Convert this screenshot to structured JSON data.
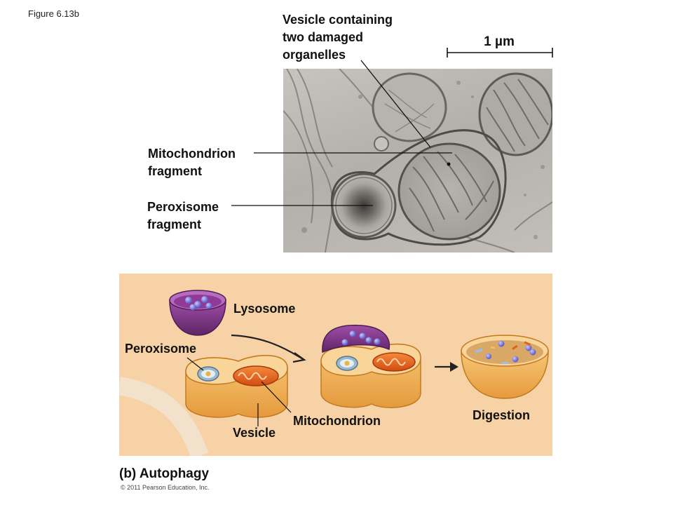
{
  "figure_label": "Figure 6.13b",
  "micrograph": {
    "labels": {
      "vesicle": [
        "Vesicle containing",
        "two damaged",
        "organelles"
      ],
      "mitochondrion_fragment": [
        "Mitochondrion",
        "fragment"
      ],
      "peroxisome_fragment": [
        "Peroxisome",
        "fragment"
      ]
    },
    "scale_bar": "1 µm"
  },
  "diagram": {
    "labels": {
      "lysosome": "Lysosome",
      "peroxisome": "Peroxisome",
      "mitochondrion": "Mitochondrion",
      "vesicle": "Vesicle",
      "digestion": "Digestion"
    },
    "caption": "(b) Autophagy"
  },
  "copyright": "© 2011 Pearson Education, Inc.",
  "colors": {
    "panel_bg": "#f6d2a6",
    "vesicle_membrane": "#e9a64e",
    "lysosome": "#7e3a86",
    "mitochondrion": "#e8601e",
    "enzyme": "#7f7fe0"
  }
}
